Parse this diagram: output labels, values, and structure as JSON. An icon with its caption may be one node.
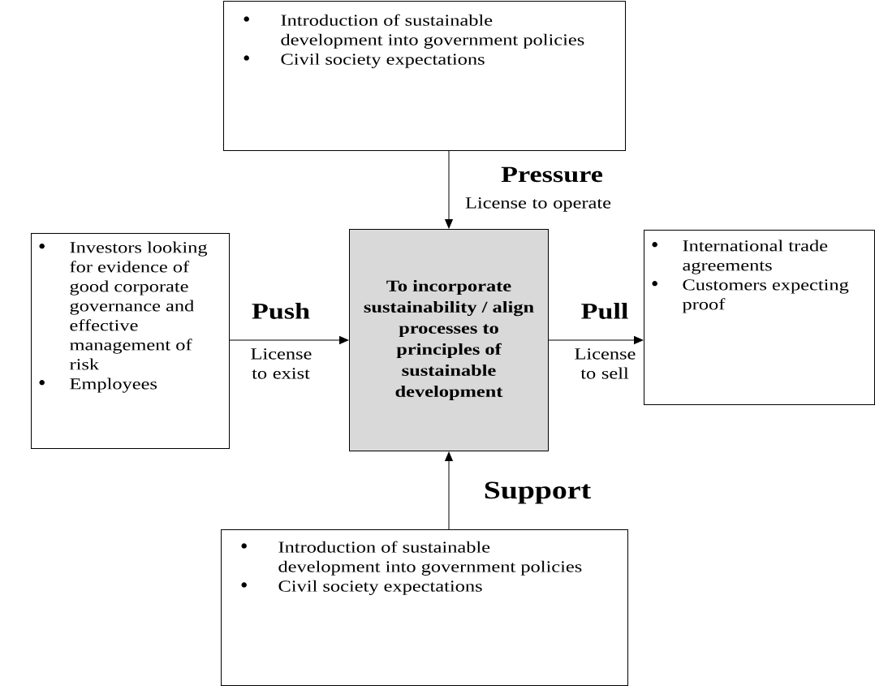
{
  "diagram": {
    "nodes": [
      {
        "text": [
          "Introduction of sustainable development into government policies",
          "Civil society expectations"
        ]
      },
      {
        "text": [
          "Investors looking for evidence of good corporate governance and effective management of risk",
          "Employees"
        ]
      },
      {
        "text": [
          "To incorporate sustainability / align processes to principles of sustainable development"
        ]
      },
      {
        "text": [
          "International trade agreements",
          "Customers expecting proof"
        ]
      },
      {
        "text": [
          "Introduction of sustainable development into government policies",
          "Civil society expectations"
        ]
      }
    ],
    "edges": [
      {
        "from": 0,
        "to": 2,
        "arrow": "to",
        "label": "Pressure"
      },
      {
        "from": 1,
        "to": 2,
        "arrow": "to",
        "label": "Push"
      },
      {
        "from": 2,
        "to": 3,
        "arrow": "to",
        "label": "Pull"
      },
      {
        "from": 4,
        "to": 2,
        "arrow": "to",
        "label": "Support"
      }
    ],
    "labels": [
      "License to operate",
      "License to exist",
      "License to sell"
    ]
  }
}
